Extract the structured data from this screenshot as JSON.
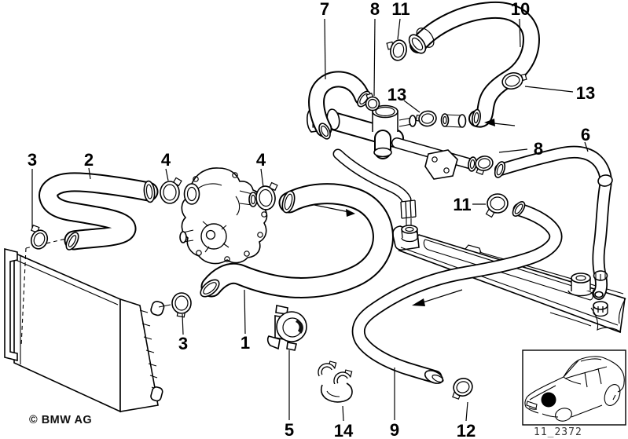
{
  "diagram": {
    "type": "exploded-parts-diagram",
    "subject": "cooling system water hoses",
    "copyright": "© BMW AG",
    "code": "11_2372",
    "background": "#ffffff",
    "line_color": "#000000"
  },
  "callouts": [
    {
      "label": "7"
    },
    {
      "label": "8"
    },
    {
      "label": "11"
    },
    {
      "label": "10"
    },
    {
      "label": "13"
    },
    {
      "label": "13"
    },
    {
      "label": "6"
    },
    {
      "label": "8"
    },
    {
      "label": "11"
    },
    {
      "label": "3"
    },
    {
      "label": "2"
    },
    {
      "label": "4"
    },
    {
      "label": "4"
    },
    {
      "label": "3"
    },
    {
      "label": "1"
    },
    {
      "label": "5"
    },
    {
      "label": "14"
    },
    {
      "label": "9"
    },
    {
      "label": "12"
    }
  ]
}
